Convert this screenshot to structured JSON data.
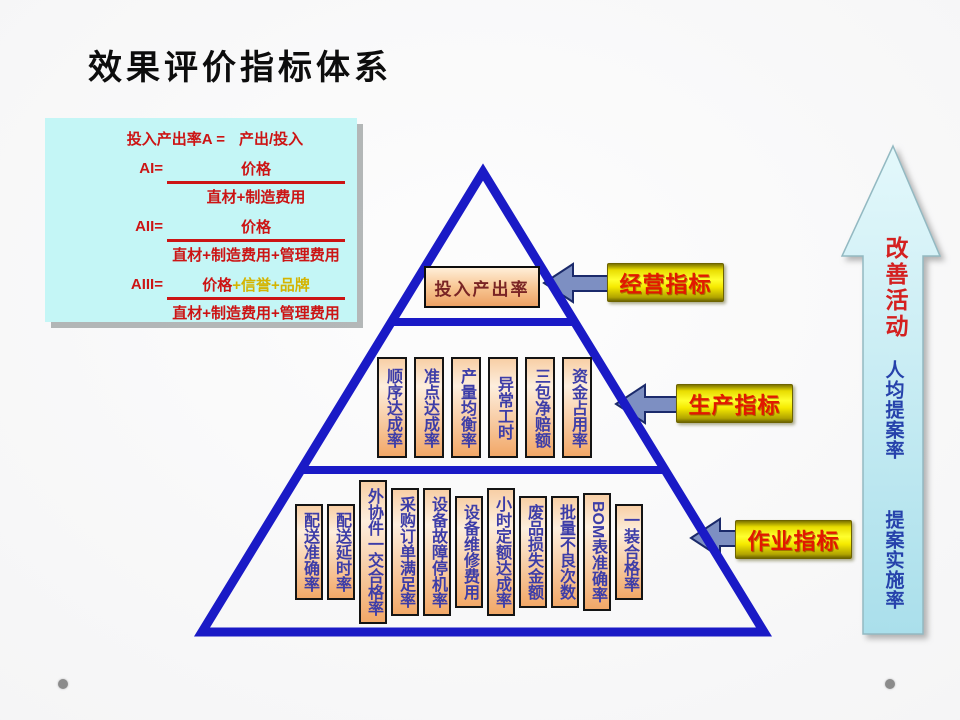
{
  "slide": {
    "title": "效果评价指标体系"
  },
  "formula_panel": {
    "intro": {
      "label": "投入产出率A =",
      "value": "产出/投入"
    },
    "fractions": [
      {
        "label": "AI=",
        "numerator": "价格",
        "numerator_extra": "",
        "denominator": "直材+制造费用"
      },
      {
        "label": "AII=",
        "numerator": "价格",
        "numerator_extra": "",
        "denominator": "直材+制造费用+管理费用"
      },
      {
        "label": "AIII=",
        "numerator": "价格",
        "numerator_extra": "+信誉+品牌",
        "denominator": "直材+制造费用+管理费用"
      }
    ]
  },
  "pyramid": {
    "top_metric": "投入产出率",
    "middle_metrics": [
      "顺序达成率",
      "准点达成率",
      "产量均衡率",
      "异常工时",
      "三包净赔额",
      "资金占用率"
    ],
    "bottom_metrics": [
      "配送准确率",
      "配送延时率",
      "外协件一交合格率",
      "采购订单满足率",
      "设备故障停机率",
      "设备维修费用",
      "小时定额达成率",
      "废品损失金额",
      "批量不良次数",
      "BOM表准确率",
      "一装合格率"
    ]
  },
  "tier_labels": [
    {
      "label": "经营指标"
    },
    {
      "label": "生产指标"
    },
    {
      "label": "作业指标"
    }
  ],
  "improvement_arrow": {
    "title": "改善活动",
    "metrics": [
      "人均提案率",
      "提案实施率"
    ]
  },
  "colors": {
    "pyramid_blue": "#1a1ac6",
    "metric_box_orange": "#f2a868",
    "metric_text_blue": "#3d3da8",
    "tier_label_yellow": "#f6ea00",
    "tier_label_text_red": "#e11900",
    "formula_red": "#cc1414",
    "formula_gold": "#d4b400",
    "formula_bg_cyan": "#c4f6f6",
    "improvement_arrow_cyan": "#c9eef6",
    "pointer_arrow_slate": "#7d8fc2"
  }
}
